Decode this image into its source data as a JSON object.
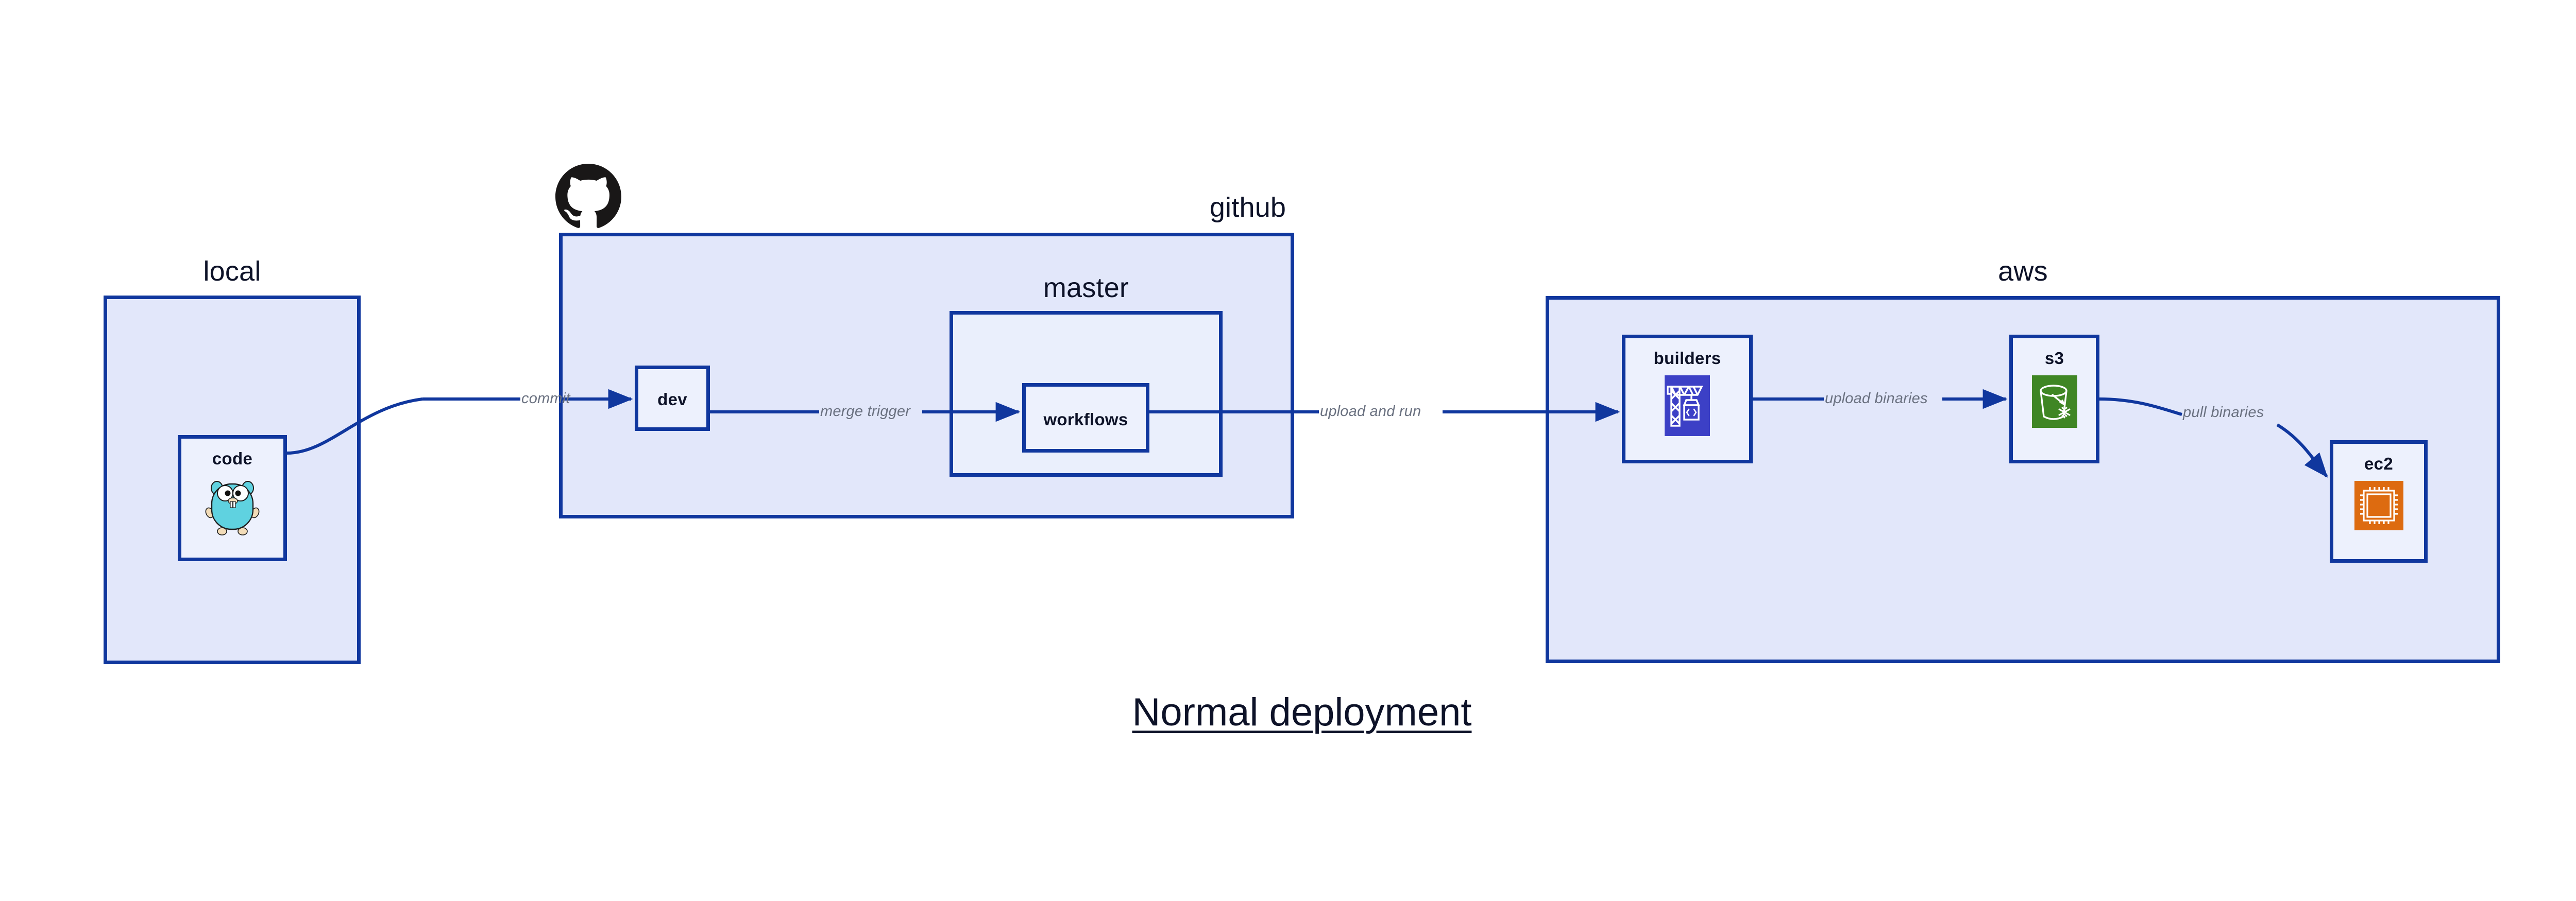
{
  "diagram": {
    "title": "Normal deployment",
    "colors": {
      "edge": "#10379e",
      "cluster_fill": "#e2e7fa",
      "cluster_inner_fill": "#eaeffc",
      "node_fill": "#edf1fd",
      "border": "#10379e",
      "label_text": "#0d1228",
      "edge_label_text": "#6a7180",
      "builders_icon_bg": "#3c40c6",
      "s3_icon_bg": "#3f8624",
      "ec2_icon_bg": "#dd6b10",
      "gopher_body": "#5fd2e0",
      "github_logo": "#191717"
    },
    "clusters": [
      {
        "id": "local",
        "label": "local"
      },
      {
        "id": "github",
        "label": "github"
      },
      {
        "id": "master",
        "label": "master"
      },
      {
        "id": "aws",
        "label": "aws"
      }
    ],
    "nodes": [
      {
        "id": "code",
        "label": "code",
        "icon": "go-gopher-icon"
      },
      {
        "id": "dev",
        "label": "dev",
        "icon": null
      },
      {
        "id": "workflows",
        "label": "workflows",
        "icon": null
      },
      {
        "id": "builders",
        "label": "builders",
        "icon": "aws-codebuild-icon"
      },
      {
        "id": "s3",
        "label": "s3",
        "icon": "aws-s3-bucket-icon"
      },
      {
        "id": "ec2",
        "label": "ec2",
        "icon": "aws-ec2-chip-icon"
      }
    ],
    "edges": [
      {
        "id": "code-to-dev",
        "from": "code",
        "to": "dev",
        "label": "commit"
      },
      {
        "id": "dev-to-workflows",
        "from": "dev",
        "to": "workflows",
        "label": "merge trigger"
      },
      {
        "id": "workflows-to-builders",
        "from": "workflows",
        "to": "builders",
        "label": "upload and run"
      },
      {
        "id": "builders-to-s3",
        "from": "builders",
        "to": "s3",
        "label": "upload binaries"
      },
      {
        "id": "s3-to-ec2",
        "from": "s3",
        "to": "ec2",
        "label": "pull binaries"
      }
    ],
    "logos": [
      {
        "id": "github-octocat",
        "name": "github-octocat-logo"
      }
    ]
  }
}
